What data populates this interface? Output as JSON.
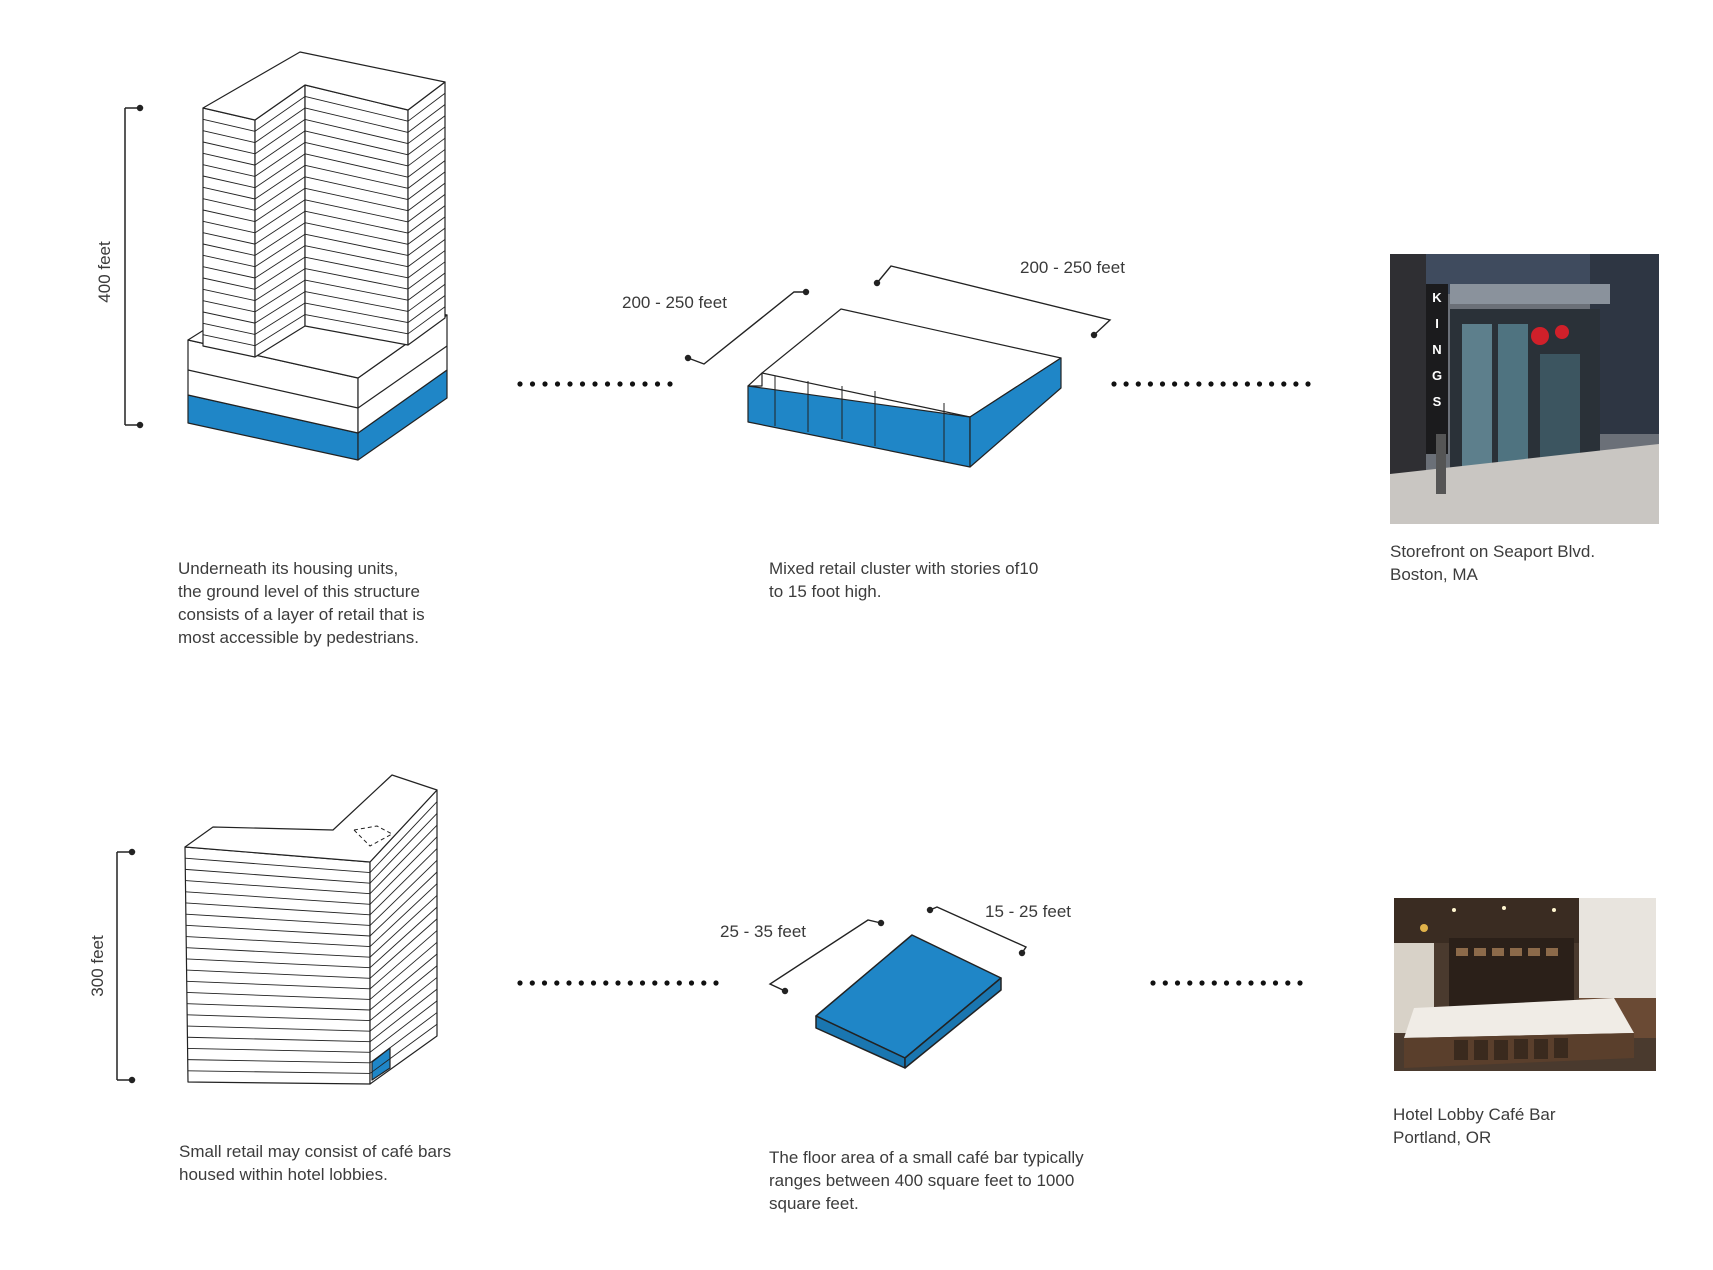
{
  "colors": {
    "accent": "#1f86c7",
    "line": "#222222",
    "dots": "#111111"
  },
  "rows": [
    {
      "height_label": "400 feet",
      "footprint_label_left": "200 - 250 feet",
      "footprint_label_right": "200 - 250 feet",
      "caption_left": [
        "Underneath its housing units,",
        "the ground level of this structure",
        "consists of a layer of retail that is",
        "most accessible by pedestrians."
      ],
      "caption_middle": [
        "Mixed retail cluster with stories of10",
        "to 15 foot high."
      ],
      "photo_caption": [
        "Storefront on Seaport Blvd.",
        "Boston, MA"
      ],
      "photo_sign": "KINGS"
    },
    {
      "height_label": "300 feet",
      "footprint_label_left": "25 - 35 feet",
      "footprint_label_right": "15 - 25 feet",
      "caption_left": [
        "Small retail may consist of café bars",
        "housed within hotel lobbies."
      ],
      "caption_middle": [
        "The floor area of a small café bar typically",
        "ranges between 400 square feet to 1000",
        "square feet."
      ],
      "photo_caption": [
        "Hotel Lobby Café Bar",
        "Portland, OR"
      ]
    }
  ]
}
